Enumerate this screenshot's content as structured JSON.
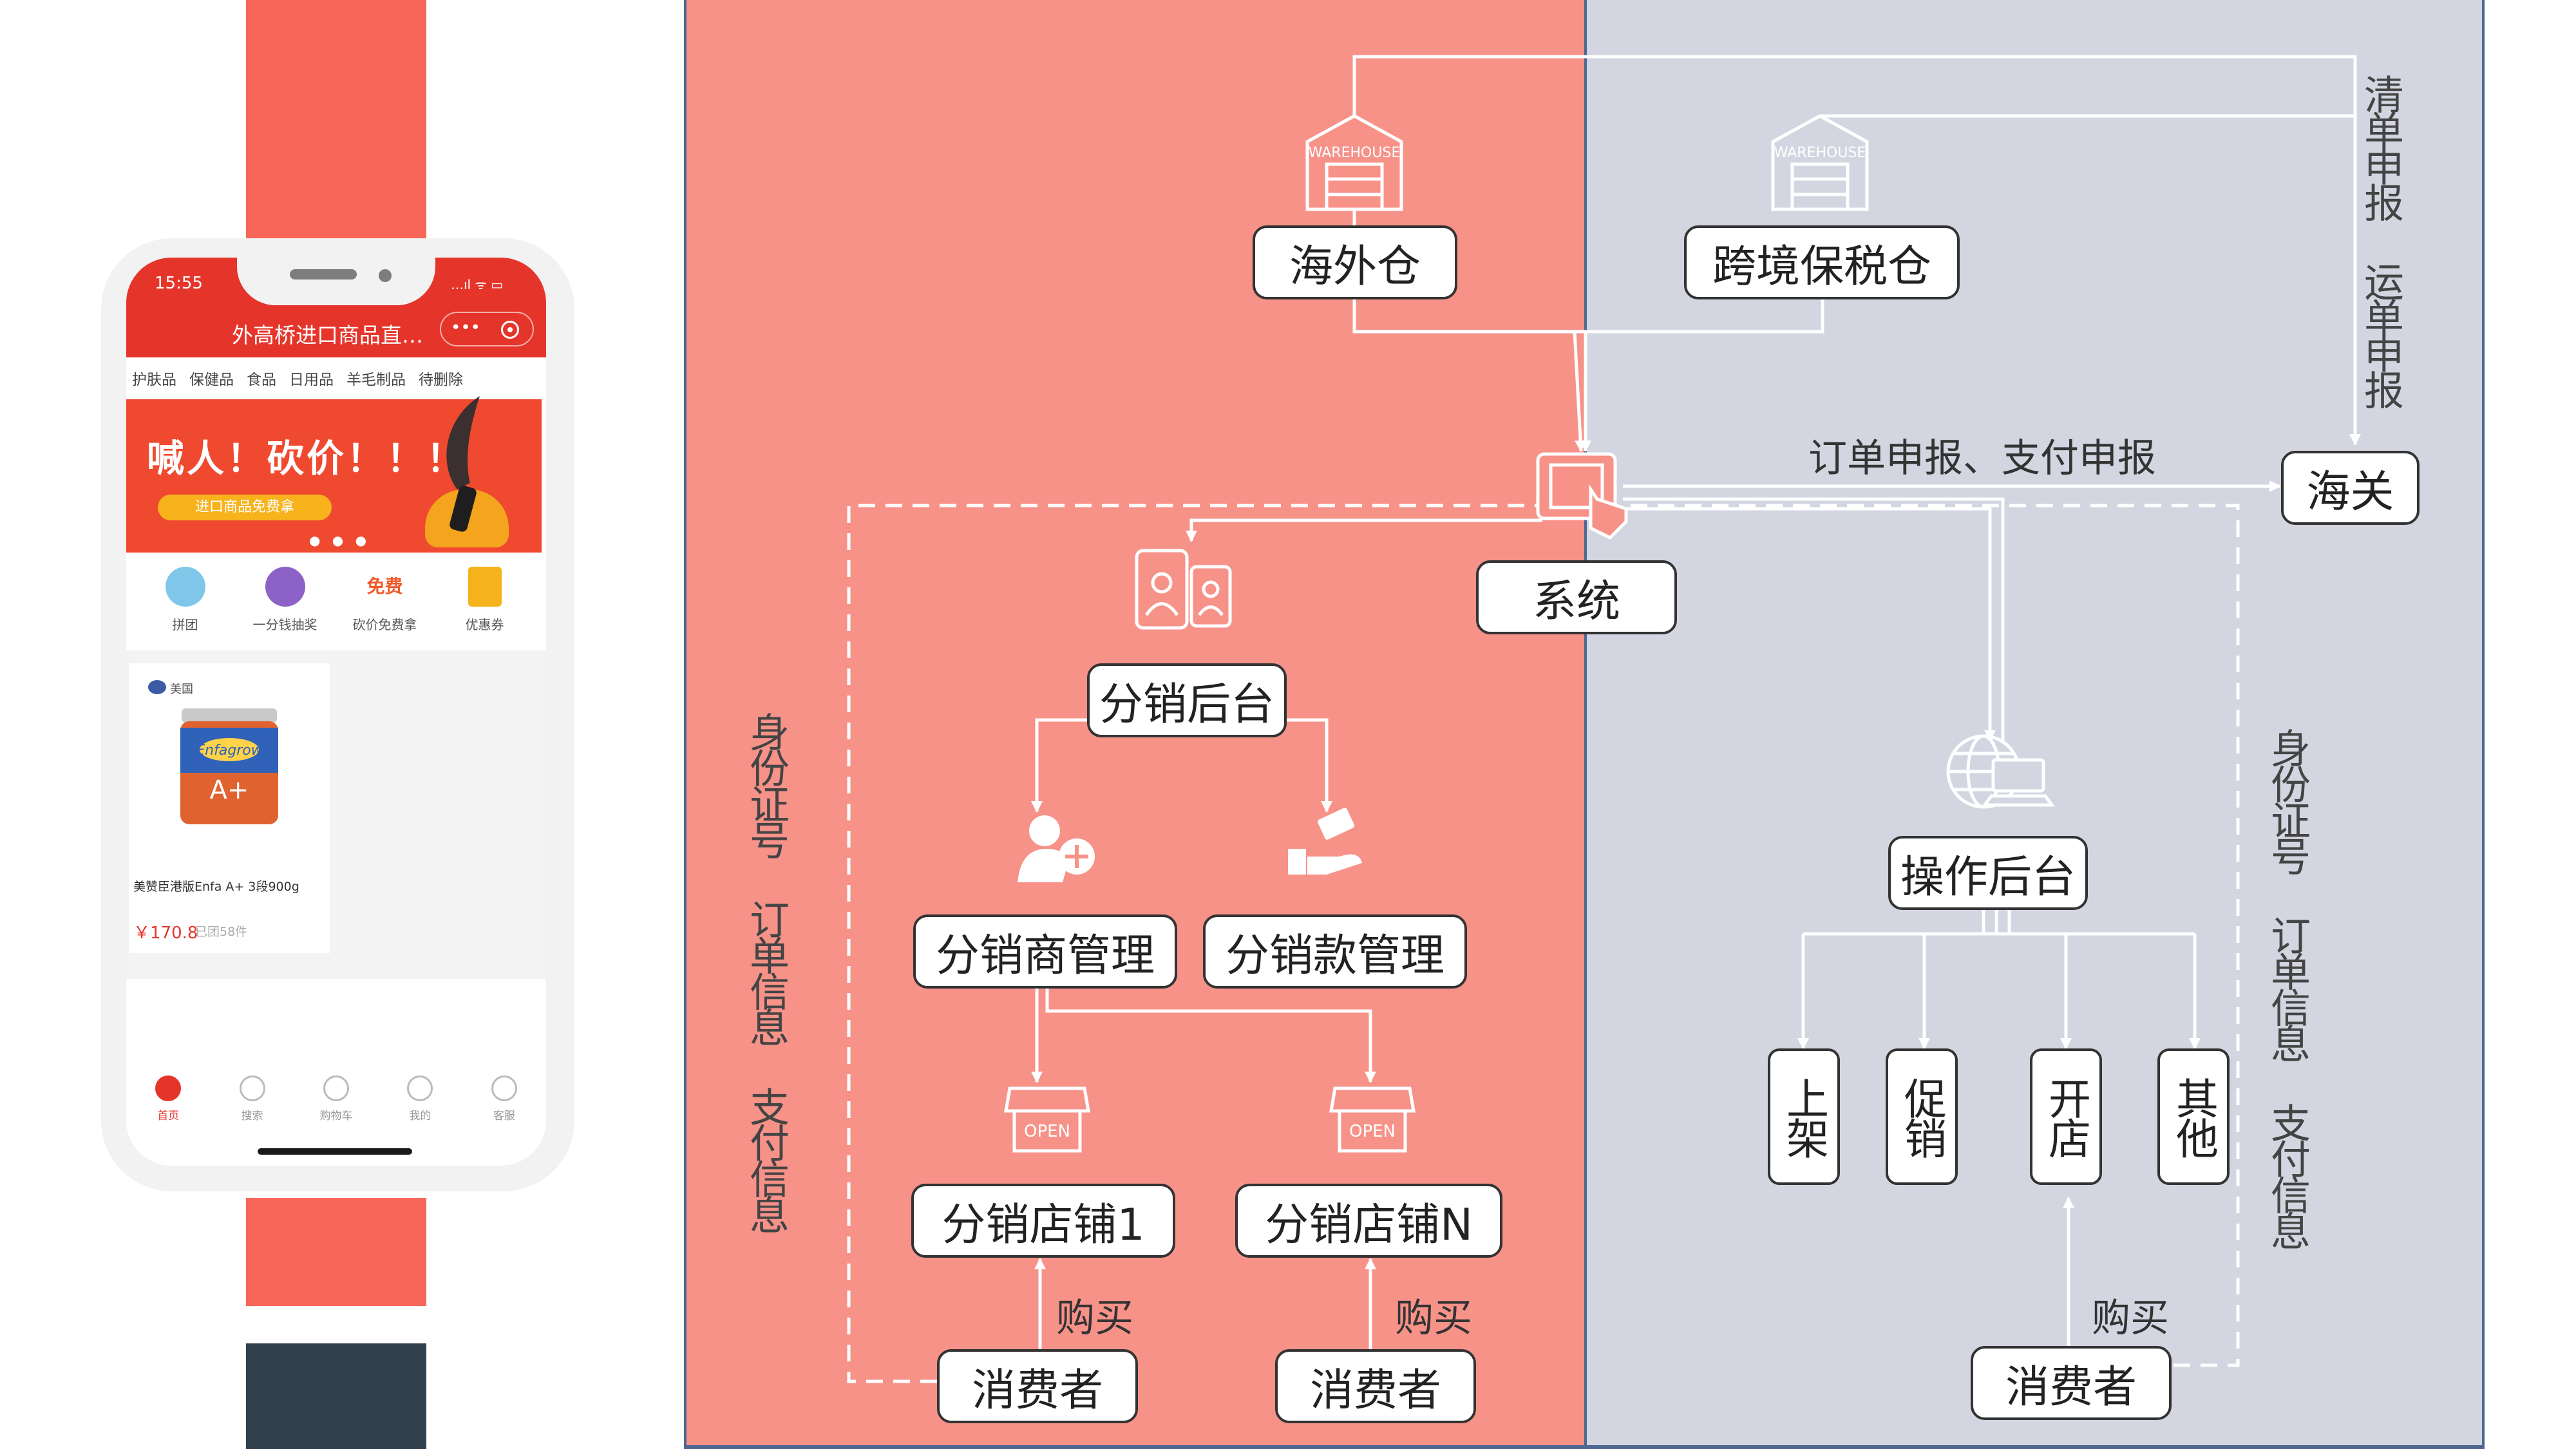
{
  "phone": {
    "time": "15:55",
    "status_icons": "…ıl ᯤ ▭",
    "title": "外高桥进口商品直…",
    "capsule_dots": "•••",
    "categories": [
      "护肤品",
      "保健品",
      "食品",
      "日用品",
      "羊毛制品",
      "待删除"
    ],
    "banner_title": "喊人！砍价！！！",
    "banner_subtitle": "进口商品免费拿",
    "banner_dots": "● ● ●",
    "icon_items": [
      {
        "label": "拼团",
        "color": "#7fc6e8"
      },
      {
        "label": "一分钱抽奖",
        "color": "#8d62c7"
      },
      {
        "label": "砍价免费拿",
        "color": "#f1592a"
      },
      {
        "label": "优惠券",
        "color": "#f5b21c"
      }
    ],
    "free_tag": "免费",
    "product": {
      "flag_label": "美国",
      "name": "美赞臣港版Enfa A+ 3段900g",
      "price": "￥170.8",
      "sold": "已团58件"
    },
    "nav": [
      "首页",
      "搜索",
      "购物车",
      "我的",
      "客服"
    ]
  },
  "diagram": {
    "overseas_warehouse": "海外仓",
    "bonded_warehouse": "跨境保税仓",
    "warehouse_sign": "WAREHOUSE",
    "system": "系统",
    "customs": "海关",
    "order_payment_declaration": "订单申报、支付申报",
    "customs_side_label": "清单申报  运单申报",
    "distribution_backend": "分销后台",
    "distributor_mgmt": "分销商管理",
    "distribution_funds_mgmt": "分销款管理",
    "store_1": "分销店铺1",
    "store_n": "分销店铺N",
    "store_sign": "OPEN",
    "buy": "购买",
    "consumer": "消费者",
    "left_side_label": "身份证号  订单信息  支付信息",
    "right_side_label": "身份证号  订单信息  支付信息",
    "operations_backend": "操作后台",
    "ops_items": [
      "上架",
      "促销",
      "开店",
      "其他"
    ]
  },
  "colors": {
    "band_red": "#f8665a",
    "band_navy": "#33414f",
    "panel_red": "#f79289",
    "panel_grey": "#d3d6e0",
    "border_blue": "#4d6791"
  }
}
